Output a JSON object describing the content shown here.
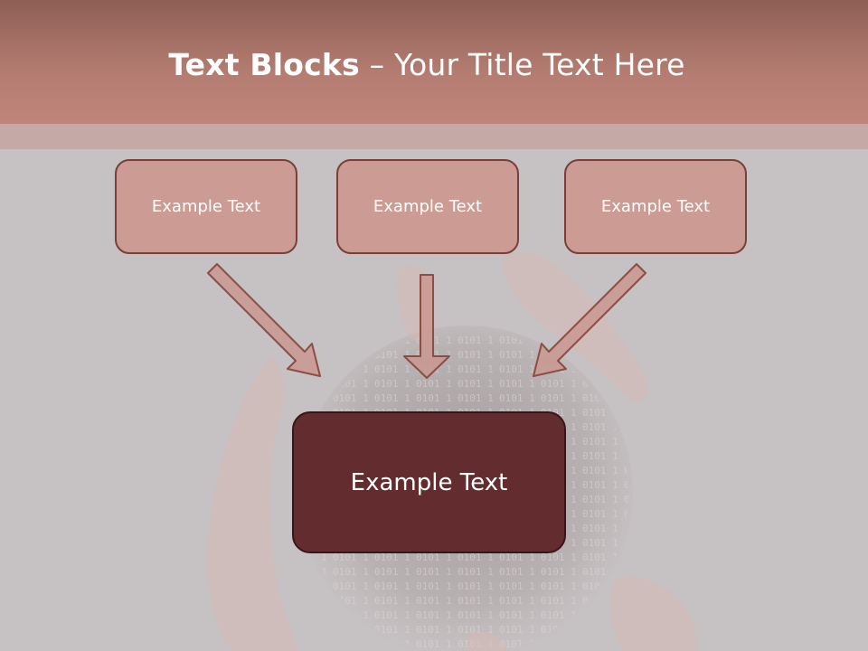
{
  "slide": {
    "title_bold": "Text Blocks",
    "title_dash": " – ",
    "title_rest": "Your Title Text Here"
  },
  "boxes": {
    "box_1": "Example Text",
    "box_2": "Example Text",
    "box_3": "Example Text",
    "center": "Example Text"
  },
  "colors": {
    "title_bar": "#b57d72",
    "box_fill": "#cc9b93",
    "center_fill": "#632d2f",
    "background": "#c6c1c2"
  },
  "icons": {
    "background": "hands-holding-binary-globe",
    "arrows": "down-arrow"
  }
}
